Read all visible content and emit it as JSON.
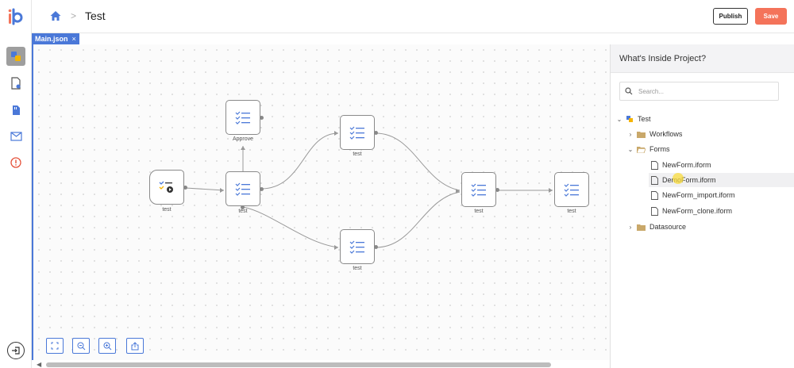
{
  "header": {
    "breadcrumb_separator": ">",
    "title": "Test",
    "publish_label": "Publish",
    "save_label": "Save"
  },
  "tabs": [
    {
      "label": "Main.json",
      "close": "×"
    }
  ],
  "flow": {
    "nodes": [
      {
        "id": "start",
        "label": "test"
      },
      {
        "id": "approve",
        "label": "Approve"
      },
      {
        "id": "center",
        "label": "test"
      },
      {
        "id": "top",
        "label": "test"
      },
      {
        "id": "bottom",
        "label": "test"
      },
      {
        "id": "merge",
        "label": "test"
      },
      {
        "id": "end",
        "label": "test"
      }
    ]
  },
  "panel": {
    "title": "What's Inside Project?",
    "search_placeholder": "Search...",
    "tree": [
      {
        "label": "Test",
        "type": "project",
        "expanded": true
      },
      {
        "label": "Workflows",
        "type": "folder",
        "expanded": false
      },
      {
        "label": "Forms",
        "type": "folder",
        "expanded": true
      },
      {
        "label": "NewForm.iform",
        "type": "file"
      },
      {
        "label": "DemoForm.iform",
        "type": "file"
      },
      {
        "label": "NewForm_import.iform",
        "type": "file"
      },
      {
        "label": "NewForm_clone.iform",
        "type": "file"
      },
      {
        "label": "Datasource",
        "type": "folder",
        "expanded": false
      }
    ]
  },
  "colors": {
    "accent": "#4a78d8",
    "save": "#f4735a",
    "folder": "#c9a86a"
  }
}
